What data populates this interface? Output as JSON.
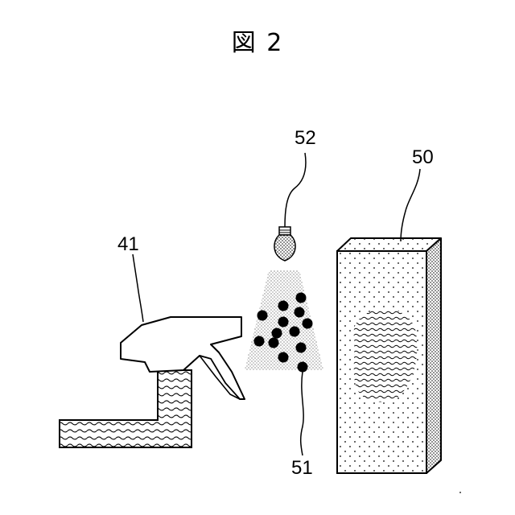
{
  "figure": {
    "title": "図 2"
  },
  "labels": {
    "sprayer": "41",
    "lamp": "52",
    "particles": "51",
    "block": "50"
  }
}
